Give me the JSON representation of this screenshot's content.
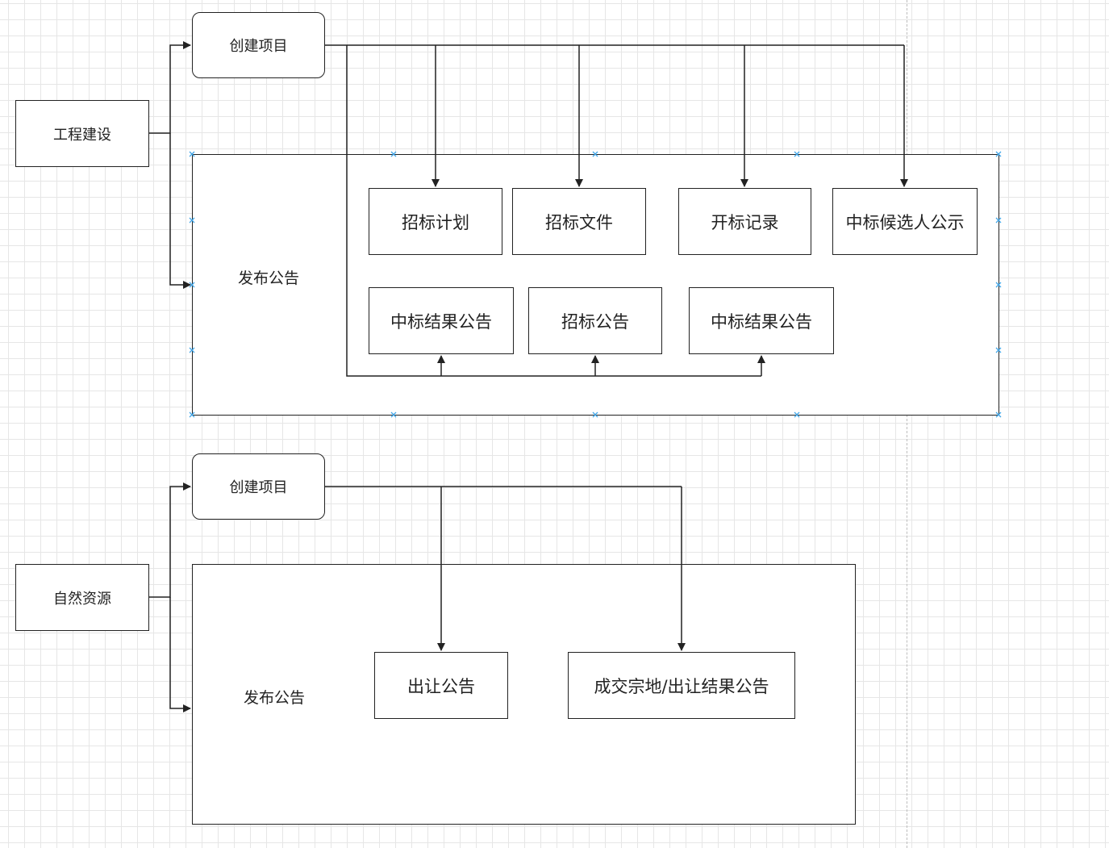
{
  "sections": [
    {
      "root": "工程建设",
      "create": "创建项目",
      "publish": "发布公告",
      "items": [
        "招标计划",
        "招标文件",
        "开标记录",
        "中标候选人公示",
        "中标结果公告",
        "招标公告",
        "中标结果公告"
      ]
    },
    {
      "root": "自然资源",
      "create": "创建项目",
      "publish": "发布公告",
      "items": [
        "出让公告",
        "成交宗地/出让结果公告"
      ]
    }
  ],
  "colors": {
    "line": "#222222",
    "selection": "#41a5e6",
    "grid": "#e6e6e6"
  }
}
